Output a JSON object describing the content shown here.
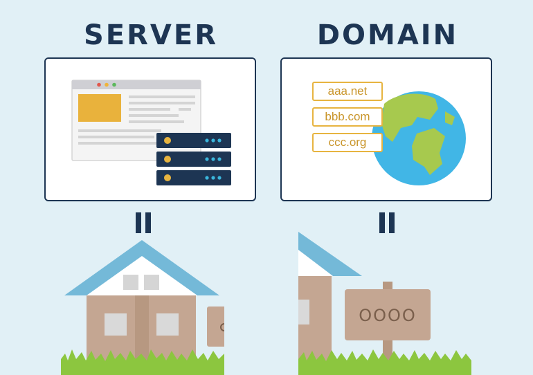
{
  "server": {
    "title": "SERVER",
    "equals_icon": "equals-sign",
    "analogy_icon": "house-icon"
  },
  "domain": {
    "title": "DOMAIN",
    "names": [
      "aaa.net",
      "bbb.com",
      "ccc.org"
    ],
    "equals_icon": "equals-sign",
    "analogy_icon": "address-signboard-icon",
    "signboard_text": "OOOO"
  },
  "colors": {
    "background": "#e1f0f6",
    "navy": "#1d3553",
    "gold": "#e7b440",
    "roof": "#74b9d8",
    "wall": "#c4a692",
    "grass": "#8cc63f",
    "globe_water": "#41b6e6",
    "globe_land": "#a7c94e"
  }
}
